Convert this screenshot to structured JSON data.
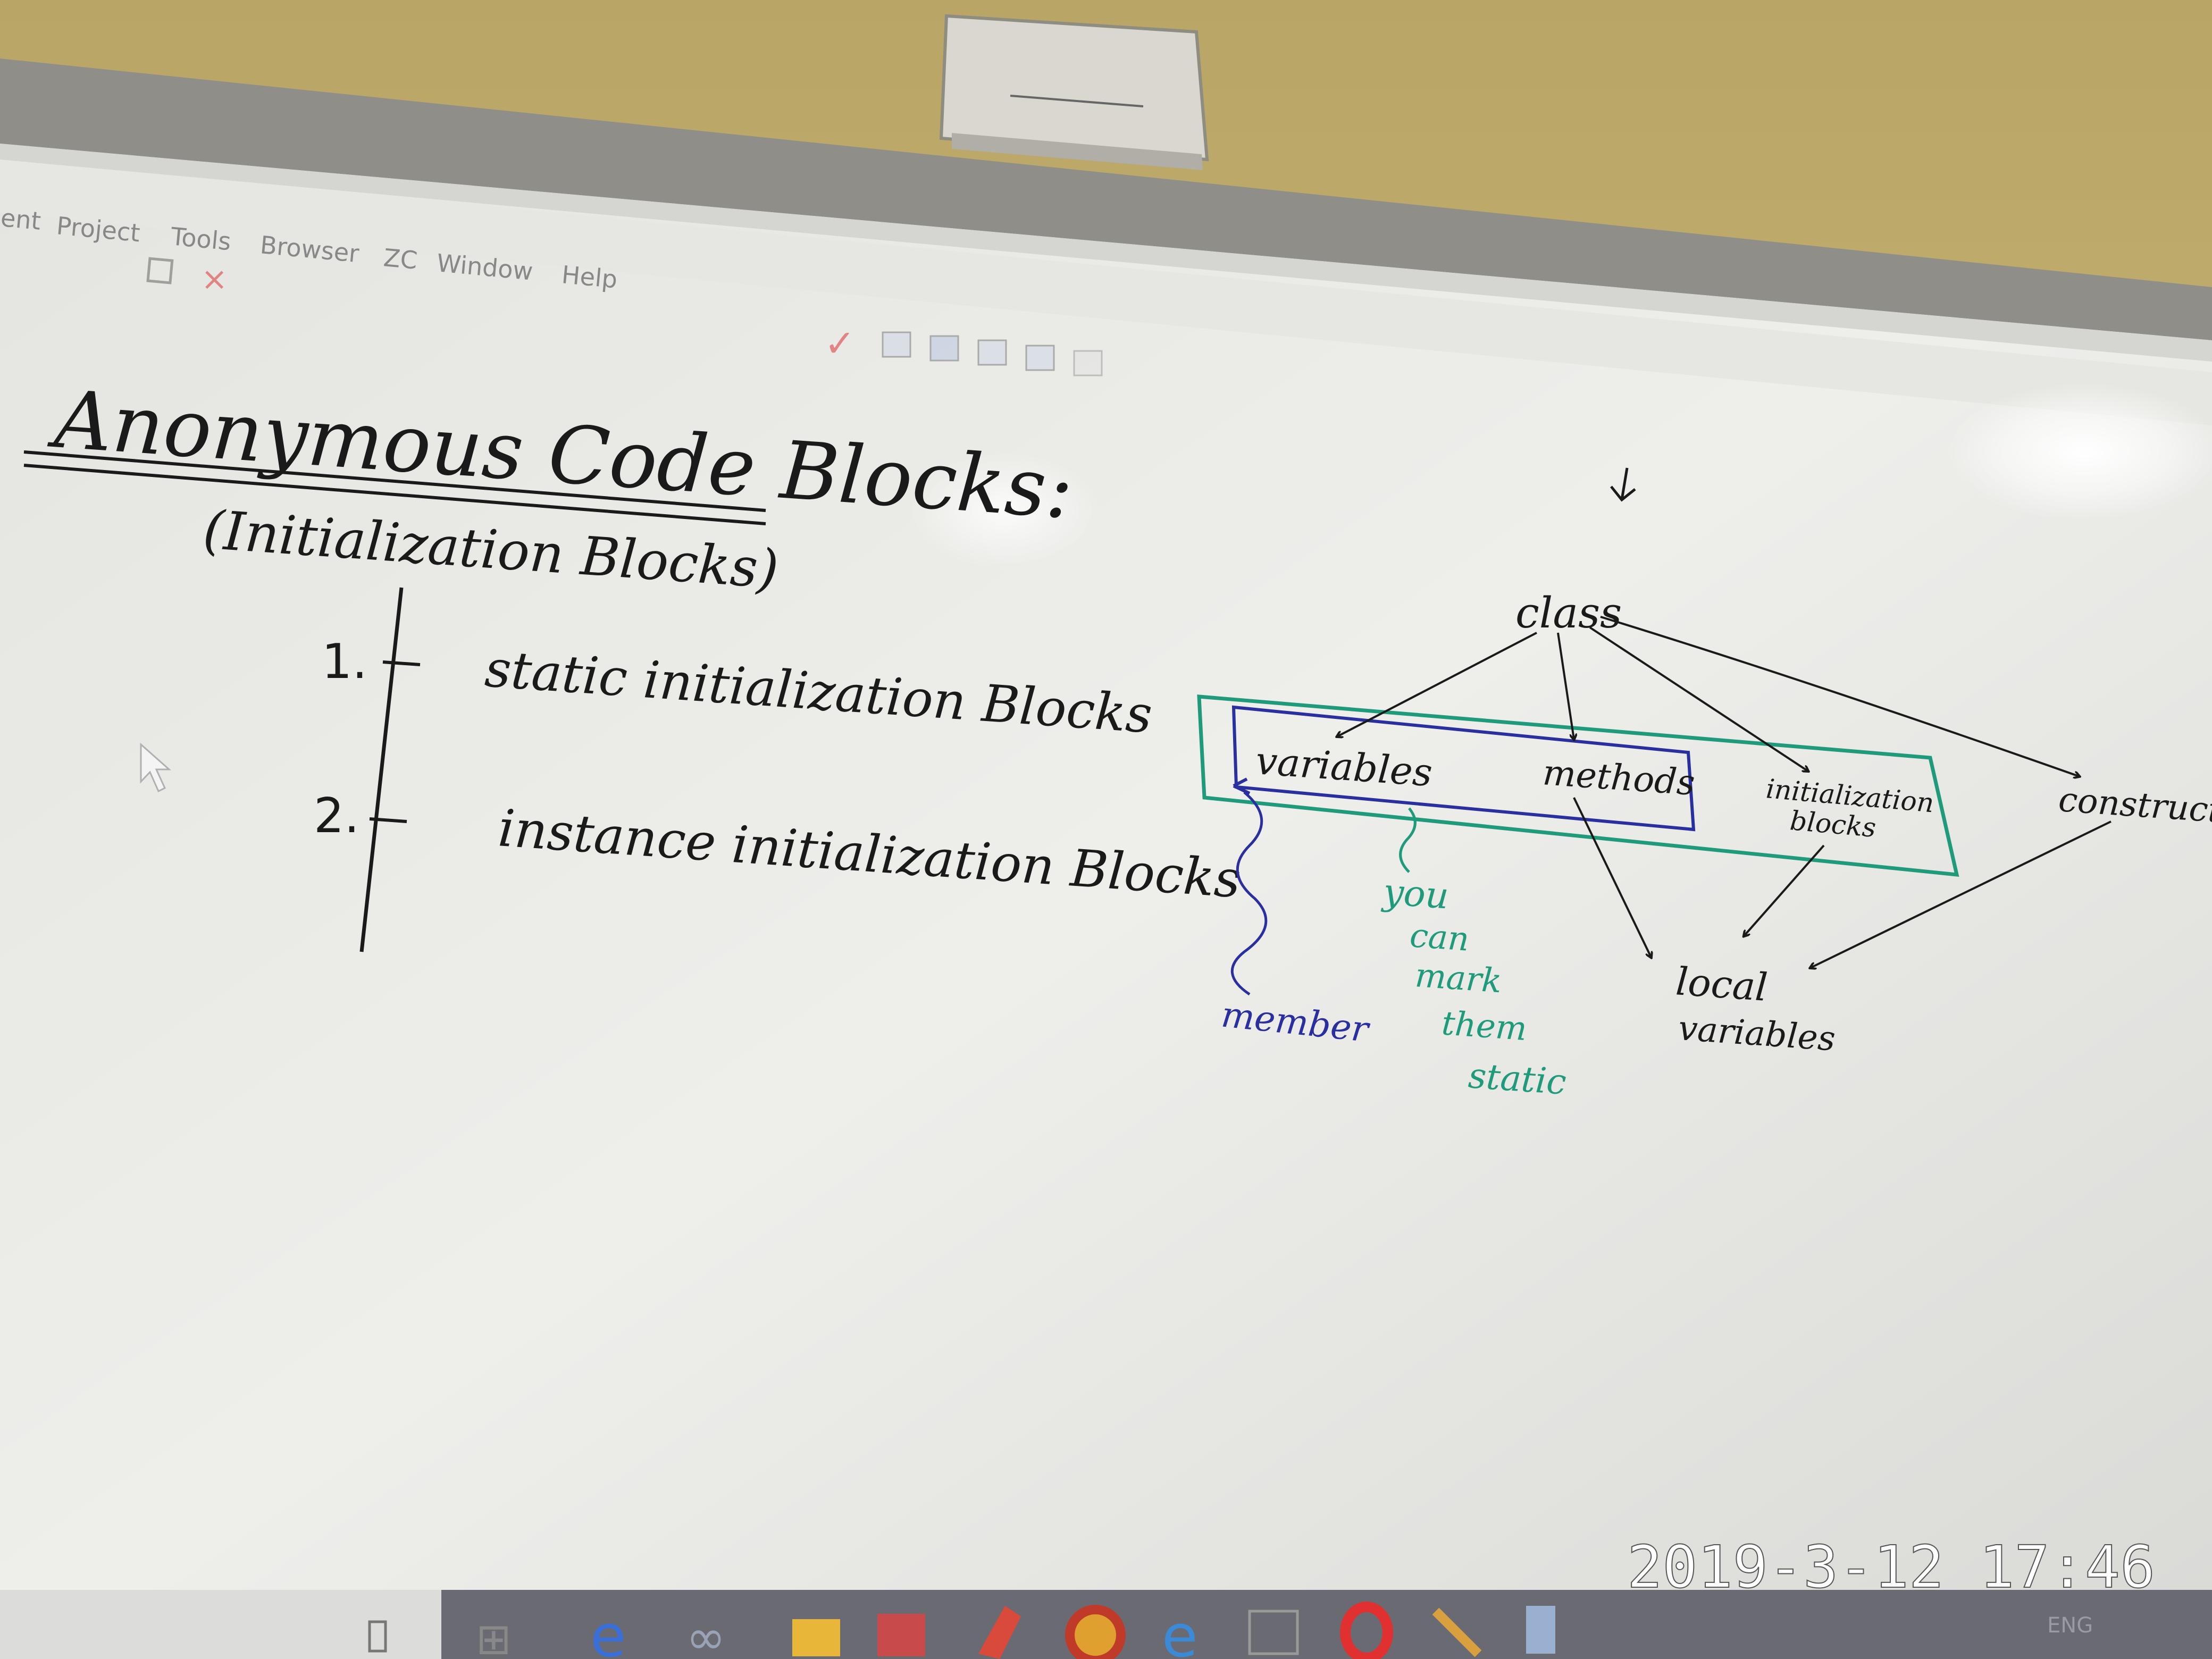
{
  "menu": {
    "items": [
      "ent",
      "Project",
      "Tools",
      "Browser",
      "ZC",
      "Window",
      "Help"
    ]
  },
  "board": {
    "title": "Anonymous Code Blocks:",
    "subtitle": "(Initialization Blocks)",
    "list": [
      {
        "number": "1.",
        "text": "static initialization Blocks"
      },
      {
        "number": "2.",
        "text": "instance initialization Blocks"
      }
    ]
  },
  "diagram": {
    "root": "class",
    "variables": "variables",
    "methods": "methods",
    "init_line1": "initialization",
    "init_line2": "blocks",
    "constructors": "constructors",
    "local_line1": "local",
    "local_line2": "variables",
    "member": "member",
    "note_lines": [
      "you",
      "can",
      "mark",
      "them",
      "static"
    ]
  },
  "timestamp": "2019-3-12 17:46",
  "taskbar": {
    "icons": [
      "usb-icon",
      "windows-icon",
      "edge-icon",
      "infinity-icon",
      "folder-icon",
      "store-icon",
      "paint-icon",
      "chrome-icon",
      "ie-icon",
      "window-icon",
      "opera-icon",
      "pen-icon",
      "phone-icon"
    ],
    "tray_lang": "ENG"
  },
  "colors": {
    "ink_black": "#1a1a1a",
    "ink_green": "#1f9a7a",
    "ink_blue": "#2a2fa0",
    "board": "#ebebe8",
    "wall": "#c9b57a"
  }
}
